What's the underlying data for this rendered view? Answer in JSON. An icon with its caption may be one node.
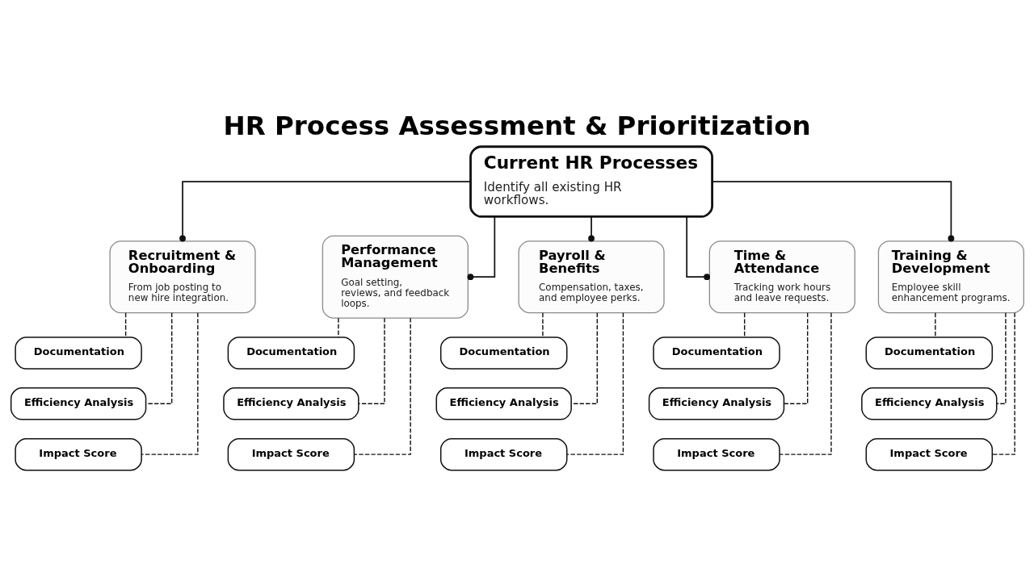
{
  "diagram": {
    "title": "HR Process Assessment & Prioritization",
    "nodes": [
      {
        "text": [
          "Current HR Processes",
          "Identify all existing HR workflows."
        ]
      },
      {
        "text": [
          "Recruitment & Onboarding",
          "From job posting to new hire integration."
        ]
      },
      {
        "text": [
          "Performance Management",
          "Goal setting, reviews, and feedback loops."
        ]
      },
      {
        "text": [
          "Payroll & Benefits",
          "Compensation, taxes, and employee perks."
        ]
      },
      {
        "text": [
          "Time & Attendance",
          "Tracking work hours and leave requests."
        ]
      },
      {
        "text": [
          "Training & Development",
          "Employee skill enhancement programs."
        ]
      },
      {
        "text": [
          "Documentation"
        ]
      },
      {
        "text": [
          "Efficiency Analysis"
        ]
      },
      {
        "text": [
          "Impact Score"
        ]
      },
      {
        "text": [
          "Documentation"
        ]
      },
      {
        "text": [
          "Efficiency Analysis"
        ]
      },
      {
        "text": [
          "Impact Score"
        ]
      },
      {
        "text": [
          "Documentation"
        ]
      },
      {
        "text": [
          "Efficiency Analysis"
        ]
      },
      {
        "text": [
          "Impact Score"
        ]
      },
      {
        "text": [
          "Documentation"
        ]
      },
      {
        "text": [
          "Efficiency Analysis"
        ]
      },
      {
        "text": [
          "Impact Score"
        ]
      },
      {
        "text": [
          "Documentation"
        ]
      },
      {
        "text": [
          "Efficiency Analysis"
        ]
      },
      {
        "text": [
          "Impact Score"
        ]
      }
    ],
    "edges": [
      {
        "from": 0,
        "to": 1,
        "arrow": "other"
      },
      {
        "from": 0,
        "to": 2,
        "arrow": "other"
      },
      {
        "from": 0,
        "to": 3,
        "arrow": "other"
      },
      {
        "from": 0,
        "to": 4,
        "arrow": "other"
      },
      {
        "from": 0,
        "to": 5,
        "arrow": "other"
      },
      {
        "from": 1,
        "to": 6,
        "arrow": "none",
        "style": "dashed"
      },
      {
        "from": 1,
        "to": 7,
        "arrow": "none",
        "style": "dashed"
      },
      {
        "from": 1,
        "to": 8,
        "arrow": "none",
        "style": "dashed"
      },
      {
        "from": 2,
        "to": 9,
        "arrow": "none",
        "style": "dashed"
      },
      {
        "from": 2,
        "to": 10,
        "arrow": "none",
        "style": "dashed"
      },
      {
        "from": 2,
        "to": 11,
        "arrow": "none",
        "style": "dashed"
      },
      {
        "from": 3,
        "to": 12,
        "arrow": "none",
        "style": "dashed"
      },
      {
        "from": 3,
        "to": 13,
        "arrow": "none",
        "style": "dashed"
      },
      {
        "from": 3,
        "to": 14,
        "arrow": "none",
        "style": "dashed"
      },
      {
        "from": 4,
        "to": 15,
        "arrow": "none",
        "style": "dashed"
      },
      {
        "from": 4,
        "to": 16,
        "arrow": "none",
        "style": "dashed"
      },
      {
        "from": 4,
        "to": 17,
        "arrow": "none",
        "style": "dashed"
      },
      {
        "from": 5,
        "to": 18,
        "arrow": "none",
        "style": "dashed"
      },
      {
        "from": 5,
        "to": 19,
        "arrow": "none",
        "style": "dashed"
      },
      {
        "from": 5,
        "to": 20,
        "arrow": "none",
        "style": "dashed"
      }
    ]
  }
}
